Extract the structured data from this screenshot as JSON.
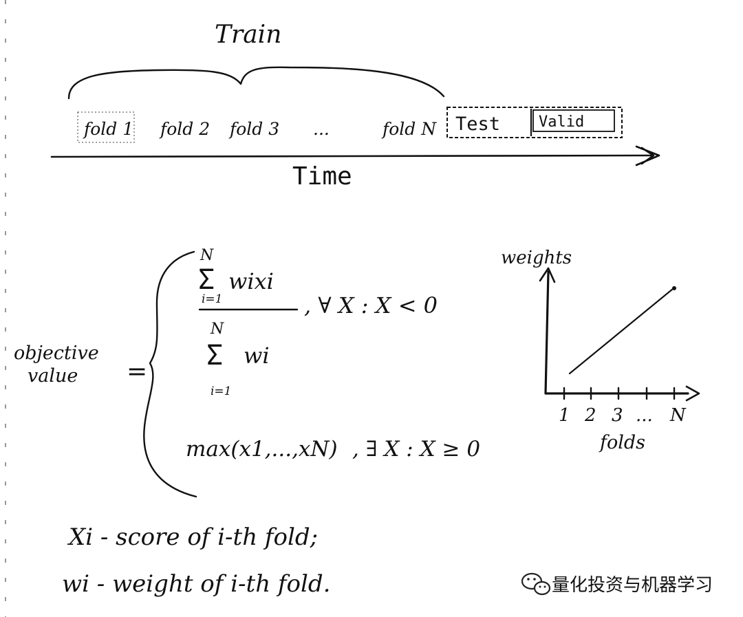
{
  "timeline": {
    "train_label": "Train",
    "folds": [
      "fold 1",
      "fold 2",
      "fold 3",
      "...",
      "fold N"
    ],
    "test_label": "Test",
    "valid_label": "Valid",
    "time_label": "Time"
  },
  "objective": {
    "label_line1": "objective",
    "label_line2": "value",
    "equals": "=",
    "case1": {
      "num_sum_top": "N",
      "num_sum_bottom": "i=1",
      "numerator": "wixi",
      "den_sum_top": "N",
      "den_sum_bottom": "i=1",
      "denominator": "wi",
      "condition": ", ∀ X : X < 0"
    },
    "case2": {
      "expression": "max(x1,...,xN)",
      "condition": ", ∃ X : X ≥ 0"
    }
  },
  "weight_chart": {
    "y_label": "weights",
    "x_label": "folds",
    "x_ticks": [
      "1",
      "2",
      "3",
      "...",
      "N"
    ]
  },
  "legend": {
    "line1": "Xi - score of i-th fold;",
    "line2": "wi - weight of i-th fold."
  },
  "watermark": {
    "text": "量化投资与机器学习"
  }
}
